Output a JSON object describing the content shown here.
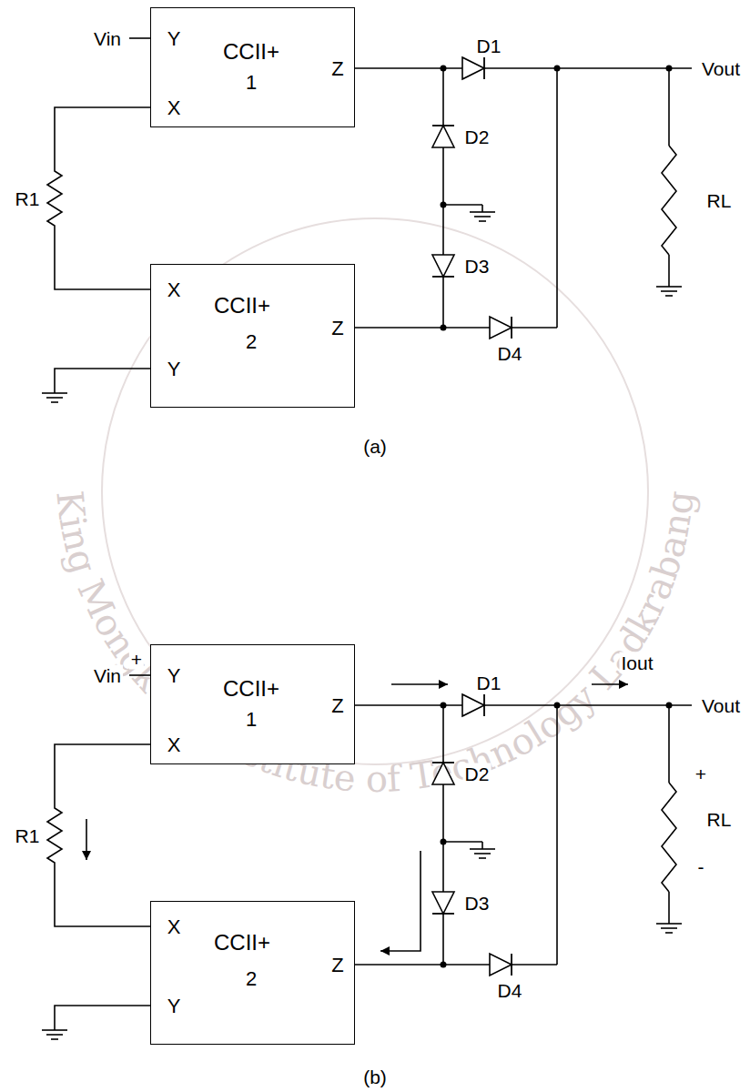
{
  "diagram": {
    "nodes": [
      {
        "text": [
          "Y",
          "CCII+",
          "Z",
          "1",
          "X"
        ]
      },
      {
        "text": [
          "X",
          "CCII+",
          "Z",
          "2",
          "Y"
        ]
      },
      {
        "text": [
          "Y",
          "CCII+",
          "Z",
          "1",
          "X"
        ]
      },
      {
        "text": [
          "X",
          "CCII+",
          "Z",
          "2",
          "Y"
        ]
      }
    ],
    "edges": [
      {
        "from": 0,
        "to": 1,
        "arrow": "none",
        "label": "R1"
      },
      {
        "from": 2,
        "to": 3,
        "arrow": "none",
        "label": "R1"
      }
    ],
    "labels": [
      "Vin",
      "D1",
      "D2",
      "D3",
      "D4",
      "Vout",
      "RL",
      "(a)",
      "Vin",
      "+",
      "D1",
      "D2",
      "D3",
      "D4",
      "Iout",
      "Vout",
      "+",
      "RL",
      "-",
      "(b)",
      "King Mongkut's Institute of Technology Ladkrabang"
    ]
  }
}
